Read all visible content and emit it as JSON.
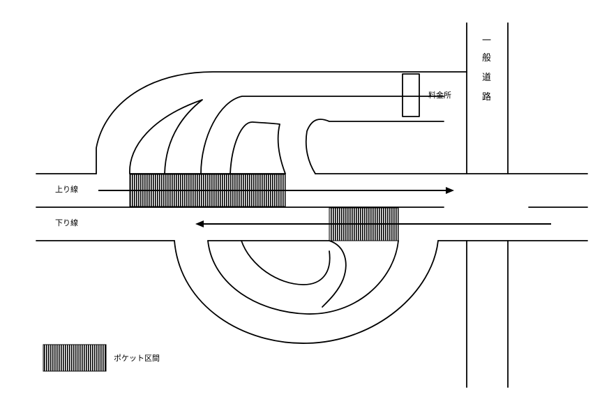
{
  "labels": {
    "up_line": "上り線",
    "down_line": "下り線",
    "toll_booth": "料金所",
    "general_road": [
      "一",
      "般",
      "道",
      "路"
    ],
    "legend_pocket": "ポケット区間"
  },
  "colors": {
    "line": "#000000",
    "background": "#ffffff",
    "pocket_pattern": "#000000"
  }
}
